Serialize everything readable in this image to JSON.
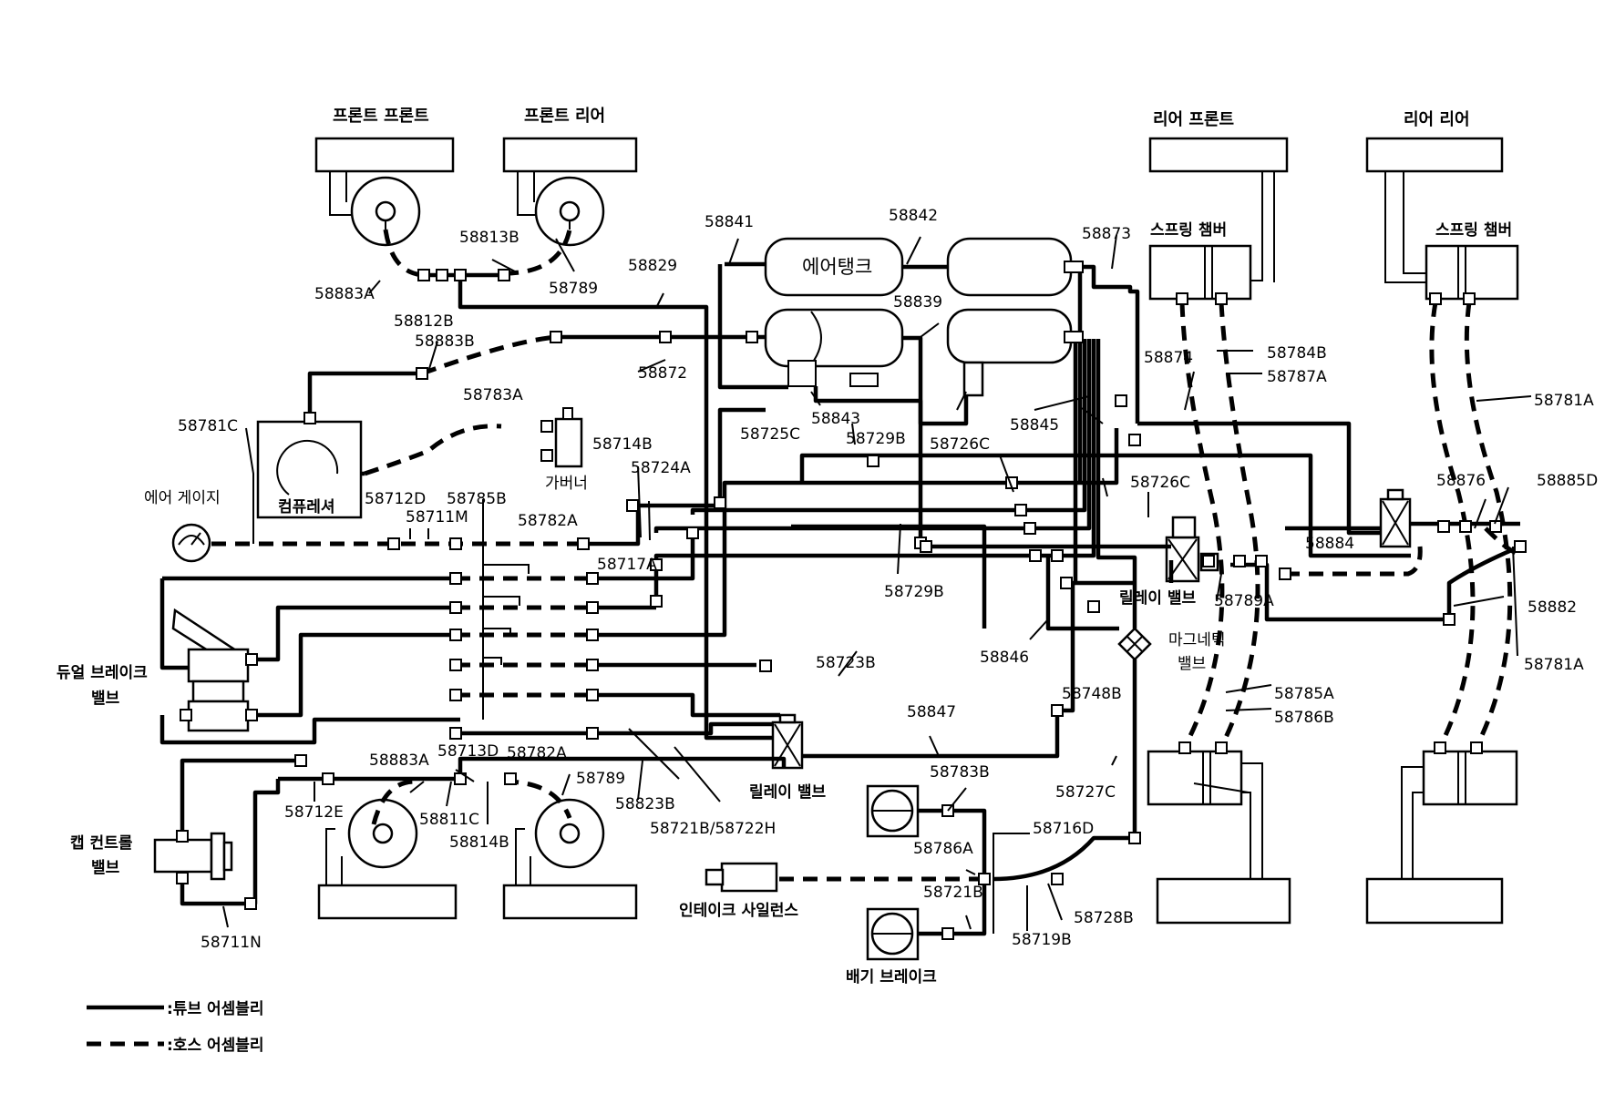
{
  "titles": {
    "front_front": "프론트 프론트",
    "front_rear": "프론트 리어",
    "rear_front": "리어 프론트",
    "rear_rear": "리어 리어"
  },
  "components": {
    "air_tank": "에어탱크",
    "spring_chamber_front": "스프링 챔버",
    "spring_chamber_rear": "스프링 챔버",
    "compressor": "컴퓨레셔",
    "governor": "가버너",
    "air_gauge": "에어 게이지",
    "dual_brake_valve_1": "듀얼 브레이크",
    "dual_brake_valve_2": "밸브",
    "cab_control_valve_1": "캡 컨트롤",
    "cab_control_valve_2": "밸브",
    "relay_valve_upper": "릴레이 밸브",
    "relay_valve_lower": "릴레이 밸브",
    "magnetic_valve_1": "마그네틱",
    "magnetic_valve_2": "밸브",
    "intake_silencer": "인테이크 사일런스",
    "exhaust_brake": "배기 브레이크"
  },
  "parts": {
    "p58841": "58841",
    "p58842": "58842",
    "p58873": "58873",
    "p58813B": "58813B",
    "p58883A_top": "58883A",
    "p58789_top": "58789",
    "p58829": "58829",
    "p58812B": "58812B",
    "p58883B": "58883B",
    "p58839": "58839",
    "p58872": "58872",
    "p58874": "58874",
    "p58784B": "58784B",
    "p58787A": "58787A",
    "p58781A_top": "58781A",
    "p58783A": "58783A",
    "p58781C": "58781C",
    "p58725C": "58725C",
    "p58843": "58843",
    "p58845": "58845",
    "p58726C_top": "58726C",
    "p58729B_top": "58729B",
    "p58714B": "58714B",
    "p58724A": "58724A",
    "p58726C_mid": "58726C",
    "p58876": "58876",
    "p58885D": "58885D",
    "p58712D": "58712D",
    "p58785B": "58785B",
    "p58711M": "58711M",
    "p58782A_top": "58782A",
    "p58884": "58884",
    "p58717A": "58717A",
    "p58729B_mid": "58729B",
    "p58789A": "58789A",
    "p58882": "58882",
    "p58723B": "58723B",
    "p58846": "58846",
    "p58748B": "58748B",
    "p58781A_bot": "58781A",
    "p58785A": "58785A",
    "p58786B": "58786B",
    "p58847": "58847",
    "p58883A_bot": "58883A",
    "p58713D": "58713D",
    "p58782A_bot": "58782A",
    "p58789_bot": "58789",
    "p58783B": "58783B",
    "p58727C": "58727C",
    "p58712E": "58712E",
    "p58811C": "58811C",
    "p58823B": "58823B",
    "p58721B_58722H": "58721B/58722H",
    "p58814B": "58814B",
    "p58716D": "58716D",
    "p58786A": "58786A",
    "p58721B": "58721B",
    "p58728B": "58728B",
    "p58719B": "58719B",
    "p58711N": "58711N"
  },
  "legend": {
    "tube": ":튜브 어셈블리",
    "hose": ":호스 어셈블리"
  }
}
